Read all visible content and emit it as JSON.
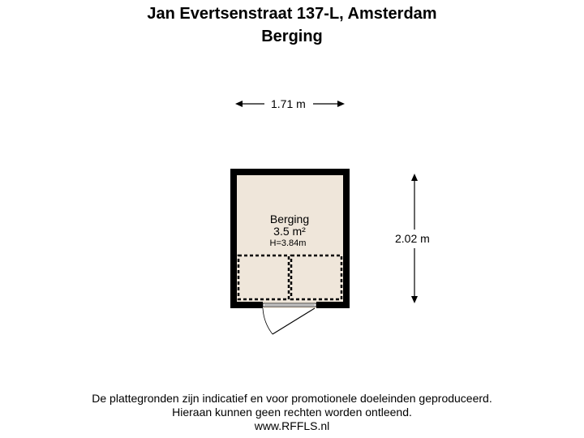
{
  "header": {
    "address": "Jan Evertsenstraat 137-L, Amsterdam",
    "floor": "Berging"
  },
  "dimensions": {
    "width_label": "1.71 m",
    "height_label": "2.02 m"
  },
  "room": {
    "name": "Berging",
    "area": "3.5 m²",
    "ceiling_height": "H=3.84m"
  },
  "footer": {
    "disclaimer_line1": "De plattegronden zijn indicatief en voor promotionele doeleinden geproduceerd.",
    "disclaimer_line2": "Hieraan kunnen geen rechten worden ontleend.",
    "website": "www.RFFLS.nl"
  },
  "colors": {
    "wall": "#000000",
    "floor": "#efe6da"
  }
}
